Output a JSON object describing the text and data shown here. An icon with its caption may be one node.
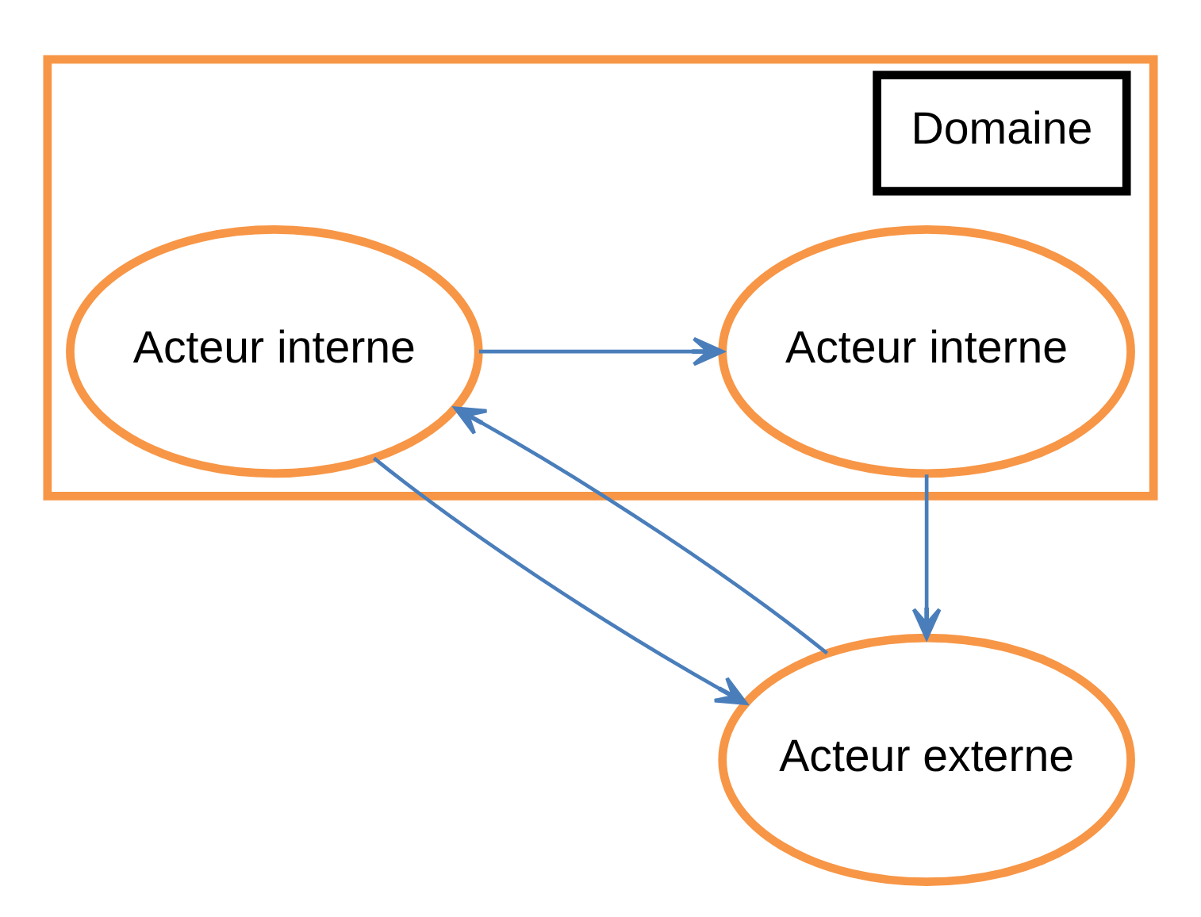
{
  "diagram": {
    "nodes": [
      {
        "text": [
          "Domaine"
        ]
      },
      {
        "text": [
          "Acteur interne"
        ],
        "in": 0
      },
      {
        "text": [
          "Acteur externe"
        ]
      },
      {
        "text": [
          "Acteur interne"
        ],
        "in": 0
      }
    ],
    "edges": [
      {
        "from": 1,
        "to": 2,
        "arrow": "to"
      },
      {
        "from": 2,
        "to": 3,
        "arrow": "to"
      },
      {
        "from": 3,
        "to": 2,
        "arrow": "to"
      },
      {
        "from": 3,
        "to": 1,
        "arrow": "to"
      }
    ]
  }
}
